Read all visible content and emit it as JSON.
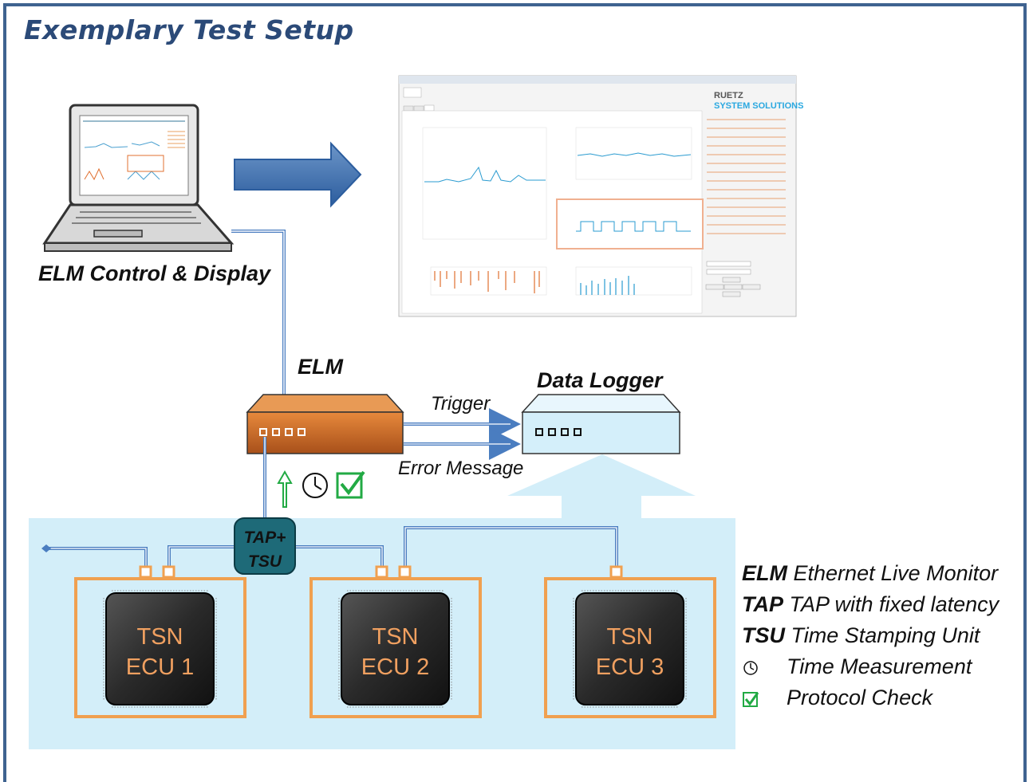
{
  "title": "Exemplary Test Setup",
  "labels": {
    "control_display": "ELM Control & Display",
    "elm": "ELM",
    "data_logger": "Data Logger",
    "trigger": "Trigger",
    "error_message": "Error Message",
    "tap_tsu": "TAP+\nTSU",
    "tap": "TAP+",
    "tsu": "TSU"
  },
  "ecus": [
    {
      "line1": "TSN",
      "line2": "ECU 1"
    },
    {
      "line1": "TSN",
      "line2": "ECU 2"
    },
    {
      "line1": "TSN",
      "line2": "ECU 3"
    }
  ],
  "legend": [
    {
      "key": "ELM",
      "desc": "Ethernet Live Monitor"
    },
    {
      "key": "TAP",
      "desc": "TAP with fixed latency"
    },
    {
      "key": "TSU",
      "desc": "Time Stamping Unit"
    },
    {
      "key": "",
      "symbol": "clock-icon",
      "desc": "Time Measurement"
    },
    {
      "key": "",
      "symbol": "check-icon",
      "desc": "Protocol Check"
    }
  ],
  "screenshot": {
    "brand_line1": "RUETZ",
    "brand_line2": "SYSTEM SOLUTIONS"
  },
  "colors": {
    "frame": "#3f6390",
    "title": "#2b4a78",
    "ecu_border": "#f0a050",
    "elm_box": "#c9661e",
    "logger_box": "#d4effa",
    "tap_box": "#1e6a78",
    "link": "#4a7dc0",
    "check": "#22aa44"
  }
}
